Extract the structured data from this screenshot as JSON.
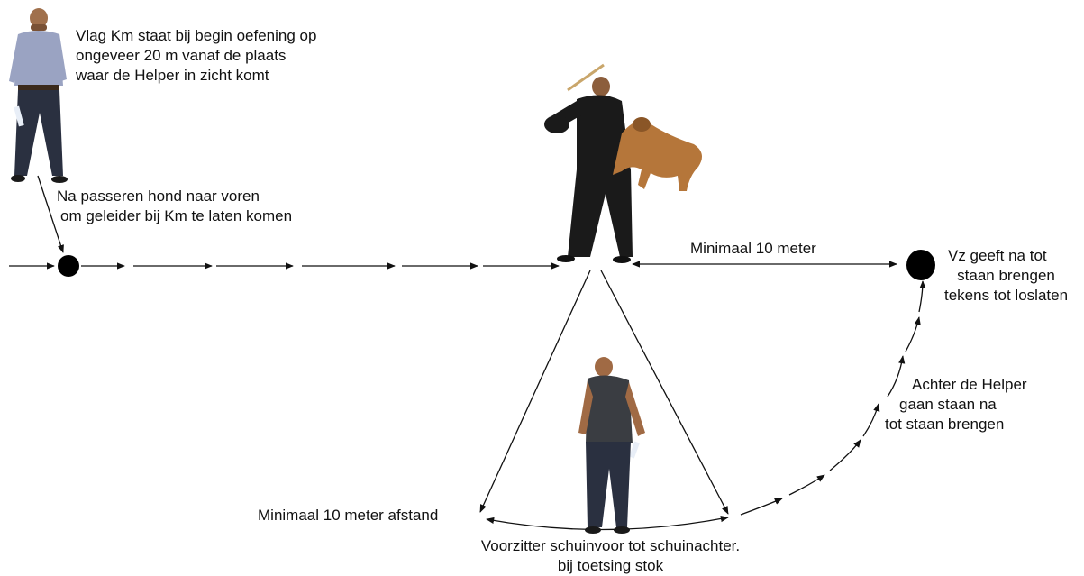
{
  "labels": {
    "flag_note": [
      "Vlag Km staat bij begin oefening op",
      "ongeveer 20 m vanaf de plaats",
      "waar de Helper in zicht komt"
    ],
    "passing_note": [
      "Na passeren hond naar voren",
      "om geleider bij Km te laten komen"
    ],
    "min_distance_top": "Minimaal 10 meter",
    "vz_note": [
      "Vz geeft na tot",
      "staan brengen",
      "tekens tot loslaten"
    ],
    "behind_helper_note": [
      "Achter de Helper",
      "gaan staan na",
      "tot staan brengen"
    ],
    "min_distance_bottom": "Minimaal 10 meter afstand",
    "judge_note": [
      "Voorzitter schuinvoor tot schuinachter.",
      "bij toetsing stok"
    ]
  },
  "figures": {
    "flag_person": "standing-man-icon",
    "helper_with_dog": "helper-with-dog-icon",
    "judge": "walking-judge-icon"
  },
  "colors": {
    "line": "#111111",
    "dot": "#000000",
    "shirt_check": "#9aa3c2",
    "jeans": "#2a3040",
    "helper_suit": "#1a1a1a",
    "dog": "#b5763a",
    "judge_shirt": "#3a3d42"
  }
}
